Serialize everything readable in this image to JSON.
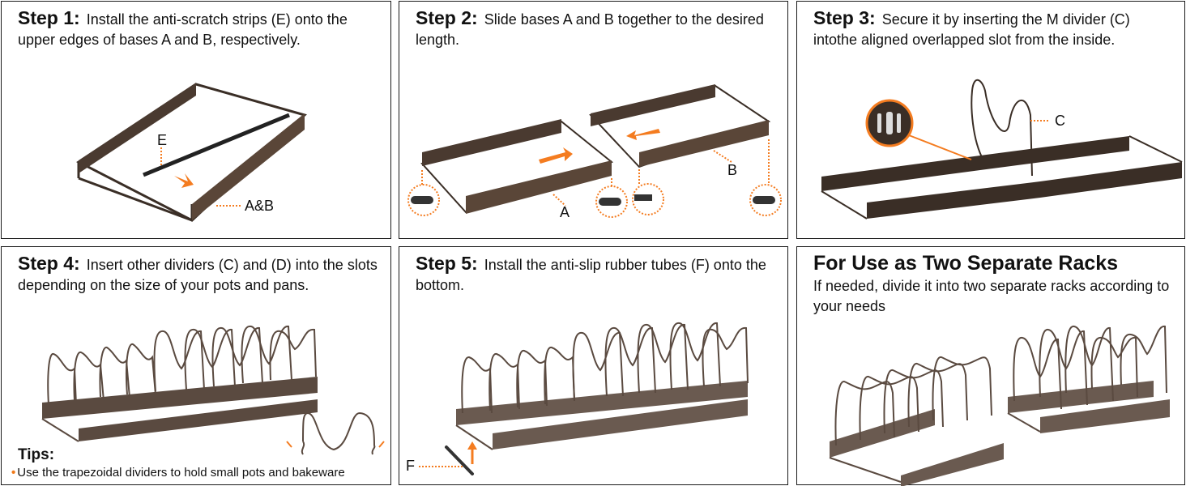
{
  "colors": {
    "accent": "#f47c20",
    "metal": "#4a3a30",
    "border": "#1a1a1a"
  },
  "panels": [
    {
      "step": "Step 1:",
      "text": "Install the anti-scratch strips (E) onto the upper edges of bases A and B, respectively.",
      "labels": [
        "E",
        "A&B"
      ]
    },
    {
      "step": "Step 2:",
      "text": "Slide bases A and B together to the desired length.",
      "labels": [
        "A",
        "B"
      ]
    },
    {
      "step": "Step 3:",
      "text": "Secure it by inserting the M divider (C) intothe aligned overlapped slot from the inside.",
      "labels": [
        "C"
      ]
    },
    {
      "step": "Step 4:",
      "text": "Insert other dividers (C) and (D) into the slots depending on the size of your pots and pans.",
      "tips_title": "Tips:",
      "tip": "Use the trapezoidal dividers to hold small pots and bakeware"
    },
    {
      "step": "Step 5:",
      "text": "Install the anti-slip rubber tubes (F) onto the bottom.",
      "labels": [
        "F"
      ]
    },
    {
      "title": "For Use as Two Separate Racks",
      "text": "If needed, divide it into two separate racks according to your needs"
    }
  ]
}
